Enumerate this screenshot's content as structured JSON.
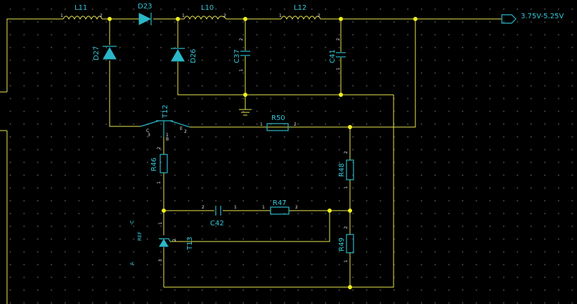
{
  "colors": {
    "wire": "#e8e850",
    "component": "#2ab8c8",
    "label": "#34c8d8",
    "node": "#f0f020",
    "background": "#000000"
  },
  "components": {
    "L11": "L11",
    "D23": "D23",
    "L10": "L10",
    "L12": "L12",
    "D27": "D27",
    "D26": "D26",
    "C37": "C37",
    "C41": "C41",
    "T12": "T12",
    "R50": "R50",
    "R46": "R46",
    "R48": "R48",
    "C42": "C42",
    "R47": "R47",
    "T13": "T13",
    "R49": "R49"
  },
  "output_port": "3.75V-5.25V",
  "pin_labels": {
    "one": "1",
    "two": "2",
    "three": "3",
    "b": "B",
    "c": "C",
    "e": "E",
    "ref": "REF",
    "a": "A",
    "neg_c": "-C"
  }
}
